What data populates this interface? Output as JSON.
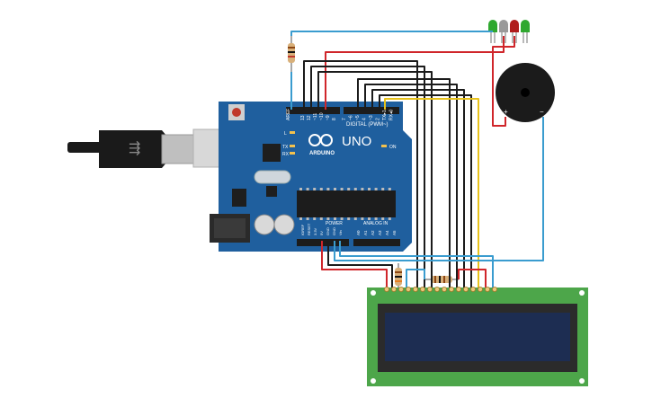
{
  "board": {
    "brand": "ARDUINO",
    "model": "UNO",
    "digital_label": "DIGITAL (PWM~)",
    "power_label": "POWER",
    "analog_label": "ANALOG IN",
    "on_label": "ON",
    "tx_label": "TX",
    "rx_label": "RX",
    "l_label": "L",
    "aref": "AREF",
    "gnd": "GND",
    "digital_pins": [
      "13",
      "12",
      "~11",
      "~10",
      "~9",
      "8",
      "7",
      "~6",
      "~5",
      "4",
      "~3",
      "2",
      "TX▸1",
      "RX◂0"
    ],
    "power_pins": [
      "IOREF",
      "RESET",
      "3.3V",
      "5V",
      "GND",
      "GND",
      "Vin"
    ],
    "analog_pins": [
      "A0",
      "A1",
      "A2",
      "A3",
      "A4",
      "A5"
    ]
  },
  "buzzer": {
    "plus": "+",
    "minus": "−"
  },
  "leds": {
    "colors": [
      "#2fa82f",
      "#9a9a9a",
      "#b01c1c",
      "#2fa82f"
    ]
  },
  "colors": {
    "board": "#1f5f9e",
    "wire_red": "#d0262b",
    "wire_black": "#1b1b1b",
    "wire_blue": "#3a9ccf",
    "wire_yellow": "#e8c21a",
    "lcd_pcb": "#4da64a",
    "lcd_screen": "#1d2d52"
  }
}
